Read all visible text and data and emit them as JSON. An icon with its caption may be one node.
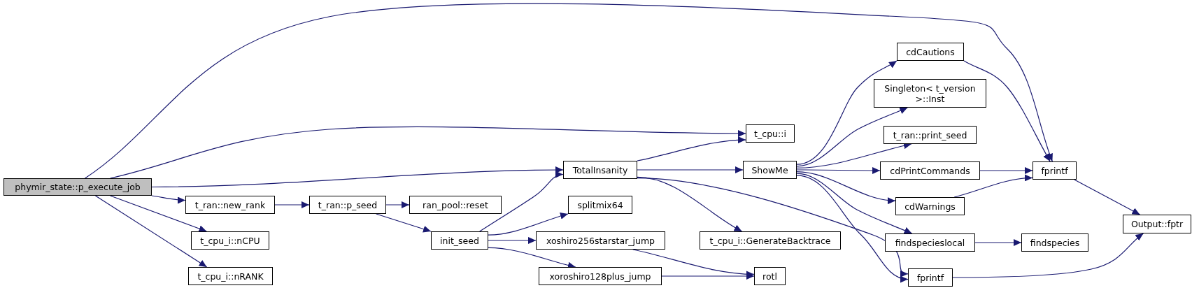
{
  "diagram": {
    "nodes": [
      {
        "text": [
          "phymir_state::p_execute_job"
        ]
      },
      {
        "text": [
          "t_ran::new_rank"
        ]
      },
      {
        "text": [
          "t_cpu_i::nCPU"
        ]
      },
      {
        "text": [
          "t_cpu_i::nRANK"
        ]
      },
      {
        "text": [
          "t_ran::p_seed"
        ]
      },
      {
        "text": [
          "ran_pool::reset"
        ]
      },
      {
        "text": [
          "init_seed"
        ]
      },
      {
        "text": [
          "TotalInsanity"
        ]
      },
      {
        "text": [
          "splitmix64"
        ]
      },
      {
        "text": [
          "xoshiro256starstar_jump"
        ]
      },
      {
        "text": [
          "xoroshiro128plus_jump"
        ]
      },
      {
        "text": [
          "t_cpu::i"
        ]
      },
      {
        "text": [
          "ShowMe"
        ]
      },
      {
        "text": [
          "t_cpu_i::GenerateBacktrace"
        ]
      },
      {
        "text": [
          "rotl"
        ]
      },
      {
        "text": [
          "cdCautions"
        ]
      },
      {
        "text": [
          "Singleton< t_version >::Inst"
        ]
      },
      {
        "text": [
          "t_ran::print_seed"
        ]
      },
      {
        "text": [
          "cdPrintCommands"
        ]
      },
      {
        "text": [
          "cdWarnings"
        ]
      },
      {
        "text": [
          "findspecieslocal"
        ]
      },
      {
        "text": [
          "fprintf"
        ]
      },
      {
        "text": [
          "fprintf"
        ]
      },
      {
        "text": [
          "findspecies"
        ]
      },
      {
        "text": [
          "Output::fptr"
        ]
      }
    ],
    "edges": [
      {
        "from": 0,
        "to": 22,
        "arrow": "to"
      },
      {
        "from": 0,
        "to": 11,
        "arrow": "to"
      },
      {
        "from": 0,
        "to": 7,
        "arrow": "to"
      },
      {
        "from": 0,
        "to": 1,
        "arrow": "to"
      },
      {
        "from": 0,
        "to": 2,
        "arrow": "to"
      },
      {
        "from": 0,
        "to": 3,
        "arrow": "to"
      },
      {
        "from": 1,
        "to": 4,
        "arrow": "to"
      },
      {
        "from": 4,
        "to": 5,
        "arrow": "to"
      },
      {
        "from": 4,
        "to": 6,
        "arrow": "to"
      },
      {
        "from": 6,
        "to": 7,
        "arrow": "to"
      },
      {
        "from": 6,
        "to": 8,
        "arrow": "to"
      },
      {
        "from": 6,
        "to": 9,
        "arrow": "to"
      },
      {
        "from": 6,
        "to": 10,
        "arrow": "to"
      },
      {
        "from": 9,
        "to": 14,
        "arrow": "to"
      },
      {
        "from": 10,
        "to": 14,
        "arrow": "to"
      },
      {
        "from": 7,
        "to": 11,
        "arrow": "to"
      },
      {
        "from": 7,
        "to": 12,
        "arrow": "to"
      },
      {
        "from": 7,
        "to": 13,
        "arrow": "to"
      },
      {
        "from": 7,
        "to": 21,
        "arrow": "to"
      },
      {
        "from": 12,
        "to": 15,
        "arrow": "to"
      },
      {
        "from": 12,
        "to": 16,
        "arrow": "to"
      },
      {
        "from": 12,
        "to": 17,
        "arrow": "to"
      },
      {
        "from": 12,
        "to": 18,
        "arrow": "to"
      },
      {
        "from": 12,
        "to": 19,
        "arrow": "to"
      },
      {
        "from": 12,
        "to": 20,
        "arrow": "to"
      },
      {
        "from": 12,
        "to": 21,
        "arrow": "to"
      },
      {
        "from": 15,
        "to": 22,
        "arrow": "to"
      },
      {
        "from": 18,
        "to": 22,
        "arrow": "to"
      },
      {
        "from": 19,
        "to": 22,
        "arrow": "to"
      },
      {
        "from": 22,
        "to": 24,
        "arrow": "to"
      },
      {
        "from": 21,
        "to": 24,
        "arrow": "to"
      },
      {
        "from": 20,
        "to": 23,
        "arrow": "to"
      }
    ]
  }
}
